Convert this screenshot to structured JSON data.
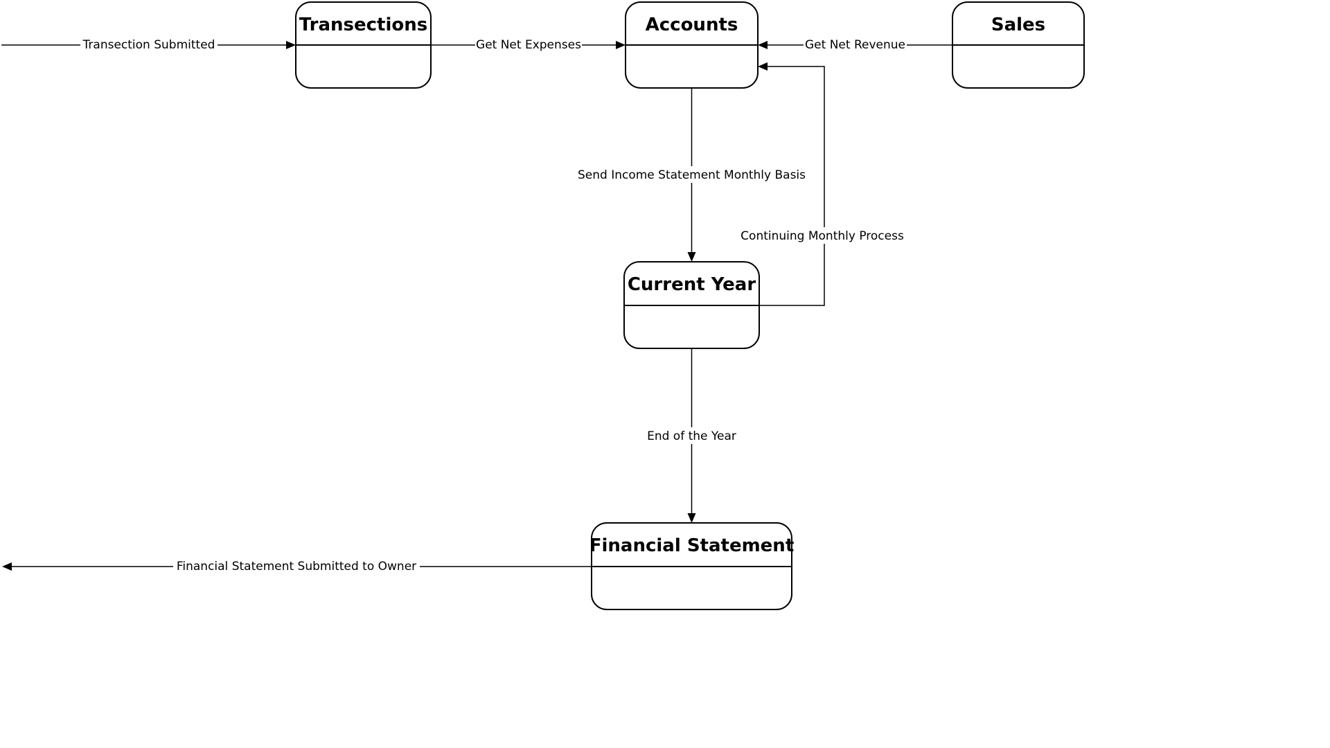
{
  "states": {
    "transections": "Transections",
    "accounts": "Accounts",
    "sales": "Sales",
    "current_year": "Current Year",
    "financial_statement": "Financial Statement"
  },
  "flows": {
    "transection_submitted": "Transection Submitted",
    "get_net_expenses": "Get Net Expenses",
    "get_net_revenue": "Get Net Revenue",
    "send_income_statement": "Send Income Statement Monthly Basis",
    "continuing_monthly_process": "Continuing Monthly Process",
    "end_of_the_year": "End of the Year",
    "financial_statement_submitted": "Financial Statement Submitted to Owner"
  }
}
